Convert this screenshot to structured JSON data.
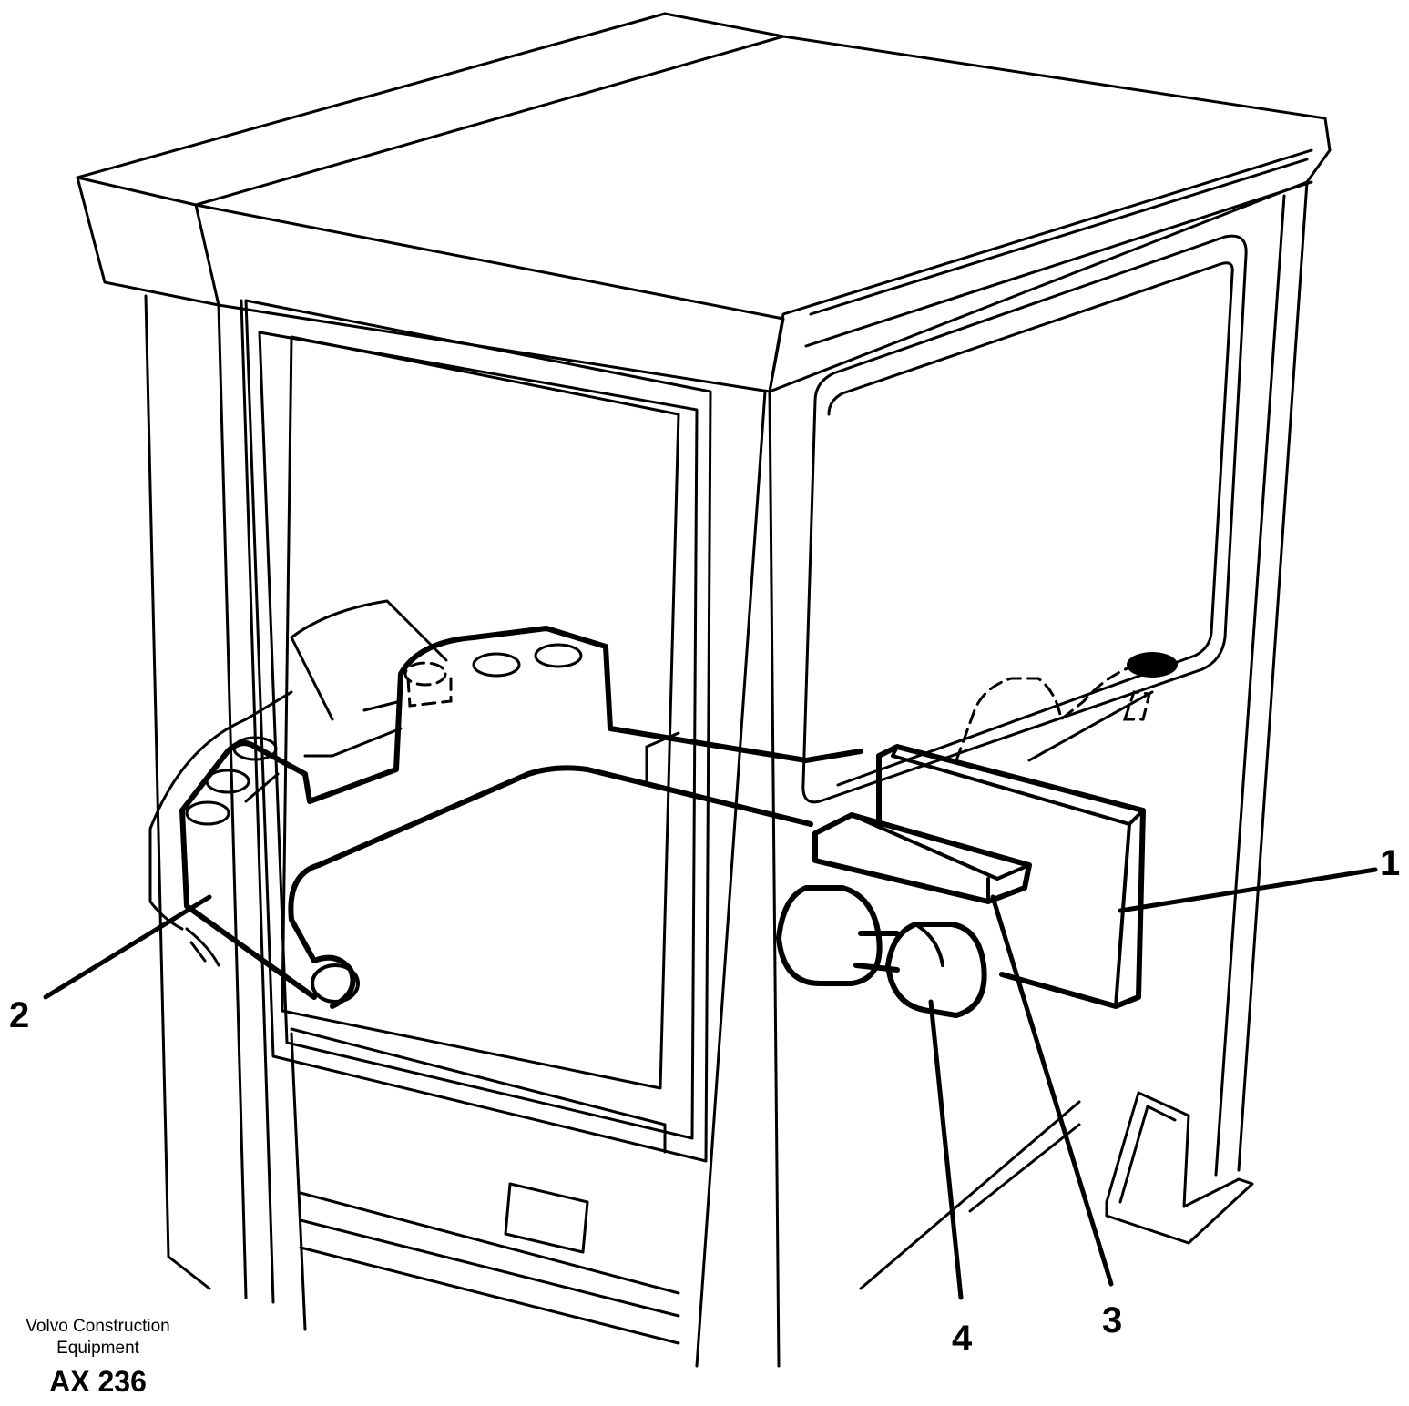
{
  "callouts": {
    "c1": "1",
    "c2": "2",
    "c3": "3",
    "c4": "4"
  },
  "caption": {
    "line1": "Volvo Construction",
    "line2": "Equipment",
    "code": "AX 236"
  }
}
